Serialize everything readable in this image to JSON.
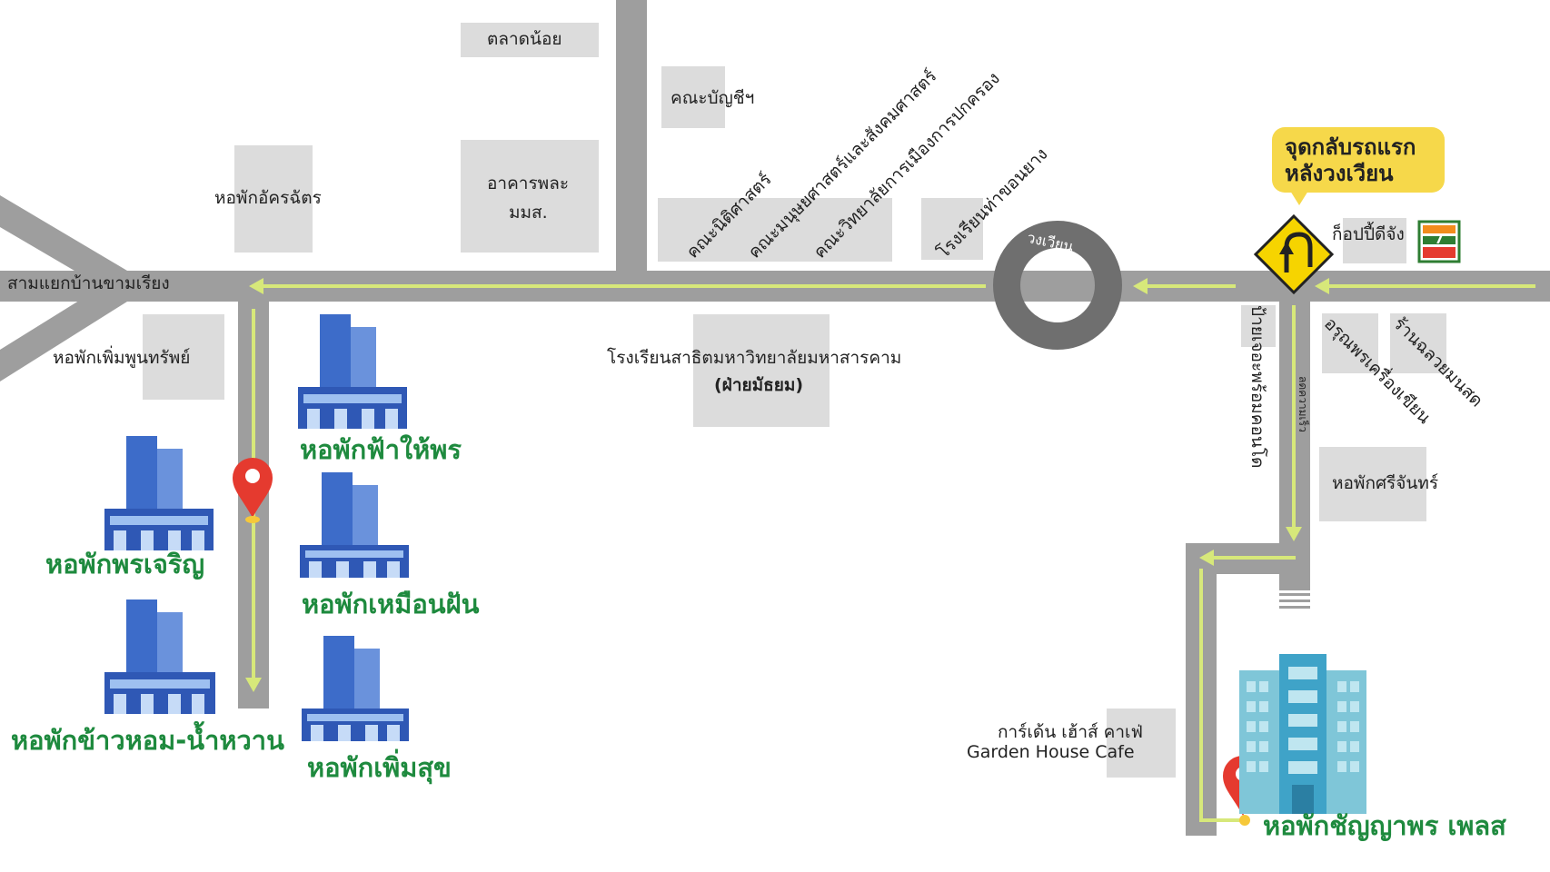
{
  "places": {
    "talat_noi": "ตลาดน้อย",
    "accounting": "คณะบัญชีฯ",
    "law": "คณะนิติศาสตร์",
    "humanities": "คณะมนุษยศาสตร์และสังคมศาสตร์",
    "politics": "คณะวิทยาลัยการเมืองการปกครอง",
    "school_thakhonyang": "โรงเรียนท่าขอนยาง",
    "aksorn_dorm": "หอพักอัครฉัตร",
    "building_line1": "อาคารพละ",
    "building_line2": "มมส.",
    "junction": "สามแยกบ้านขามเรียง",
    "roundabout": "วงเวียน",
    "phoemphun": "หอพักเพิ่มพูนทรัพย์",
    "demo_school_line1": "โรงเรียนสาธิตมหาวิทยาลัยมหาสารคาม",
    "demo_school_line2": "(ฝ่ายมัธยม)",
    "goppiidijang": "ก็อปปี้ดีจัง",
    "bus_stop": "ป้ายเจอะพร้อมคอนโด",
    "speed_bump": "ลดความเร็ว",
    "arunporn": "อรุณพรเครื่องเขียน",
    "chaloei": "ร้านฉลวยมนสด",
    "sri_chan": "หอพักศรีจันทร์",
    "cafe_th": "การ์เด้น เฮ้าส์ คาเฟ่",
    "cafe_en": "Garden House Cafe",
    "seven_eleven": "7-ELEVEN"
  },
  "dorms": {
    "faa_haipon": "หอพักฟ้าให้พร",
    "porn_charoen": "หอพักพรเจริญ",
    "muean_fan": "หอพักเหมือนฝัน",
    "khaohom": "หอพักข้าวหอม-น้ำหวาน",
    "phoemsuk": "หอพักเพิ่มสุข",
    "chanyaporn": "หอพักชัญญาพร เพลส"
  },
  "callout": {
    "line1": "จุดกลับรถแรก",
    "line2": "หลังวงเวียน"
  },
  "colors": {
    "road": "#9e9e9e",
    "route": "#d7e87a",
    "dorm_label": "#1e8a3e",
    "pin": "#e53a2f",
    "callout": "#f6d84a",
    "building": "#3d6cc9"
  },
  "icons": [
    "u-turn-sign-icon",
    "location-pin-icon",
    "building-icon",
    "seven-eleven-logo-icon"
  ]
}
